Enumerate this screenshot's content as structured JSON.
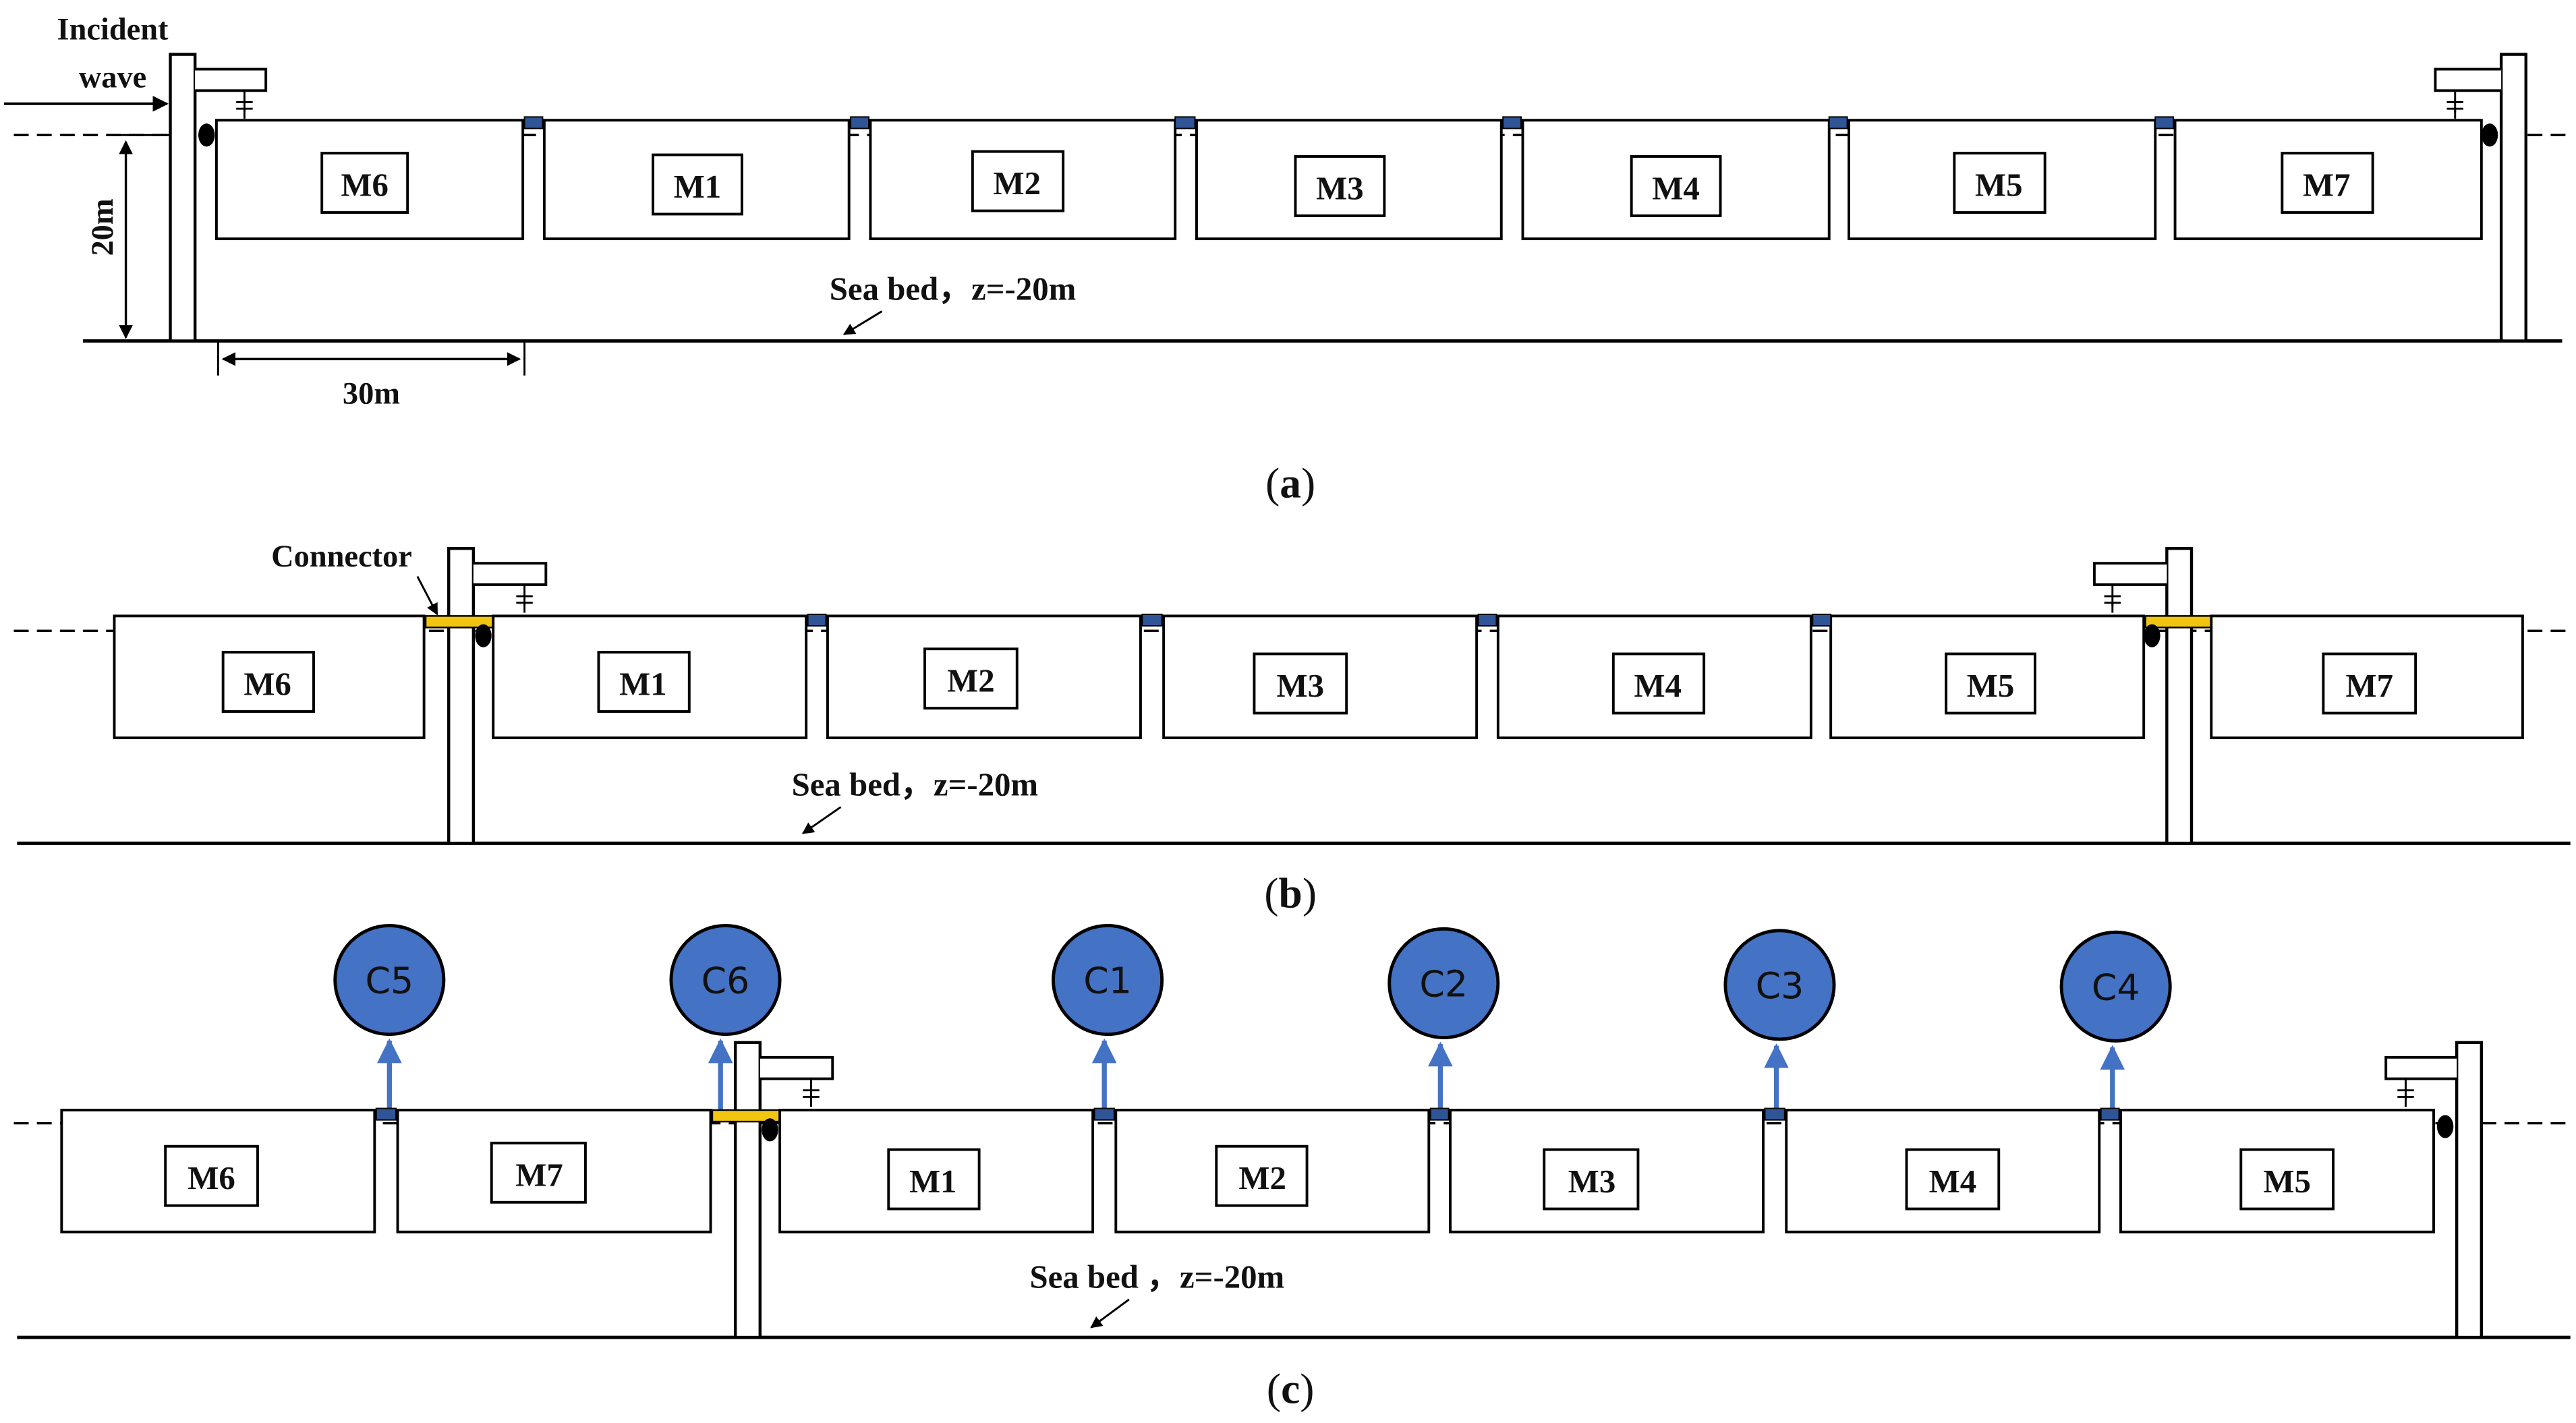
{
  "colors": {
    "line": "#000000",
    "circle_fill": "#4472c4",
    "arrow": "#4472c4",
    "hinge": "#2f5597",
    "connector": "#f2c511"
  },
  "panel_a": {
    "incident_line1": "Incident",
    "incident_line2": "wave",
    "depth_dim": "20m",
    "width_dim": "30m",
    "seabed": "Sea bed，z=-20m",
    "modules": [
      "M6",
      "M1",
      "M2",
      "M3",
      "M4",
      "M5",
      "M7"
    ],
    "caption_letter": "a"
  },
  "panel_b": {
    "connector": "Connector",
    "seabed": "Sea bed，z=-20m",
    "modules": [
      "M6",
      "M1",
      "M2",
      "M3",
      "M4",
      "M5",
      "M7"
    ],
    "caption_letter": "b"
  },
  "panel_c": {
    "seabed": "Sea bed ，z=-20m",
    "modules": [
      "M6",
      "M7",
      "M1",
      "M2",
      "M3",
      "M4",
      "M5"
    ],
    "circles": [
      "C5",
      "C6",
      "C1",
      "C2",
      "C3",
      "C4"
    ],
    "caption_letter": "c"
  }
}
